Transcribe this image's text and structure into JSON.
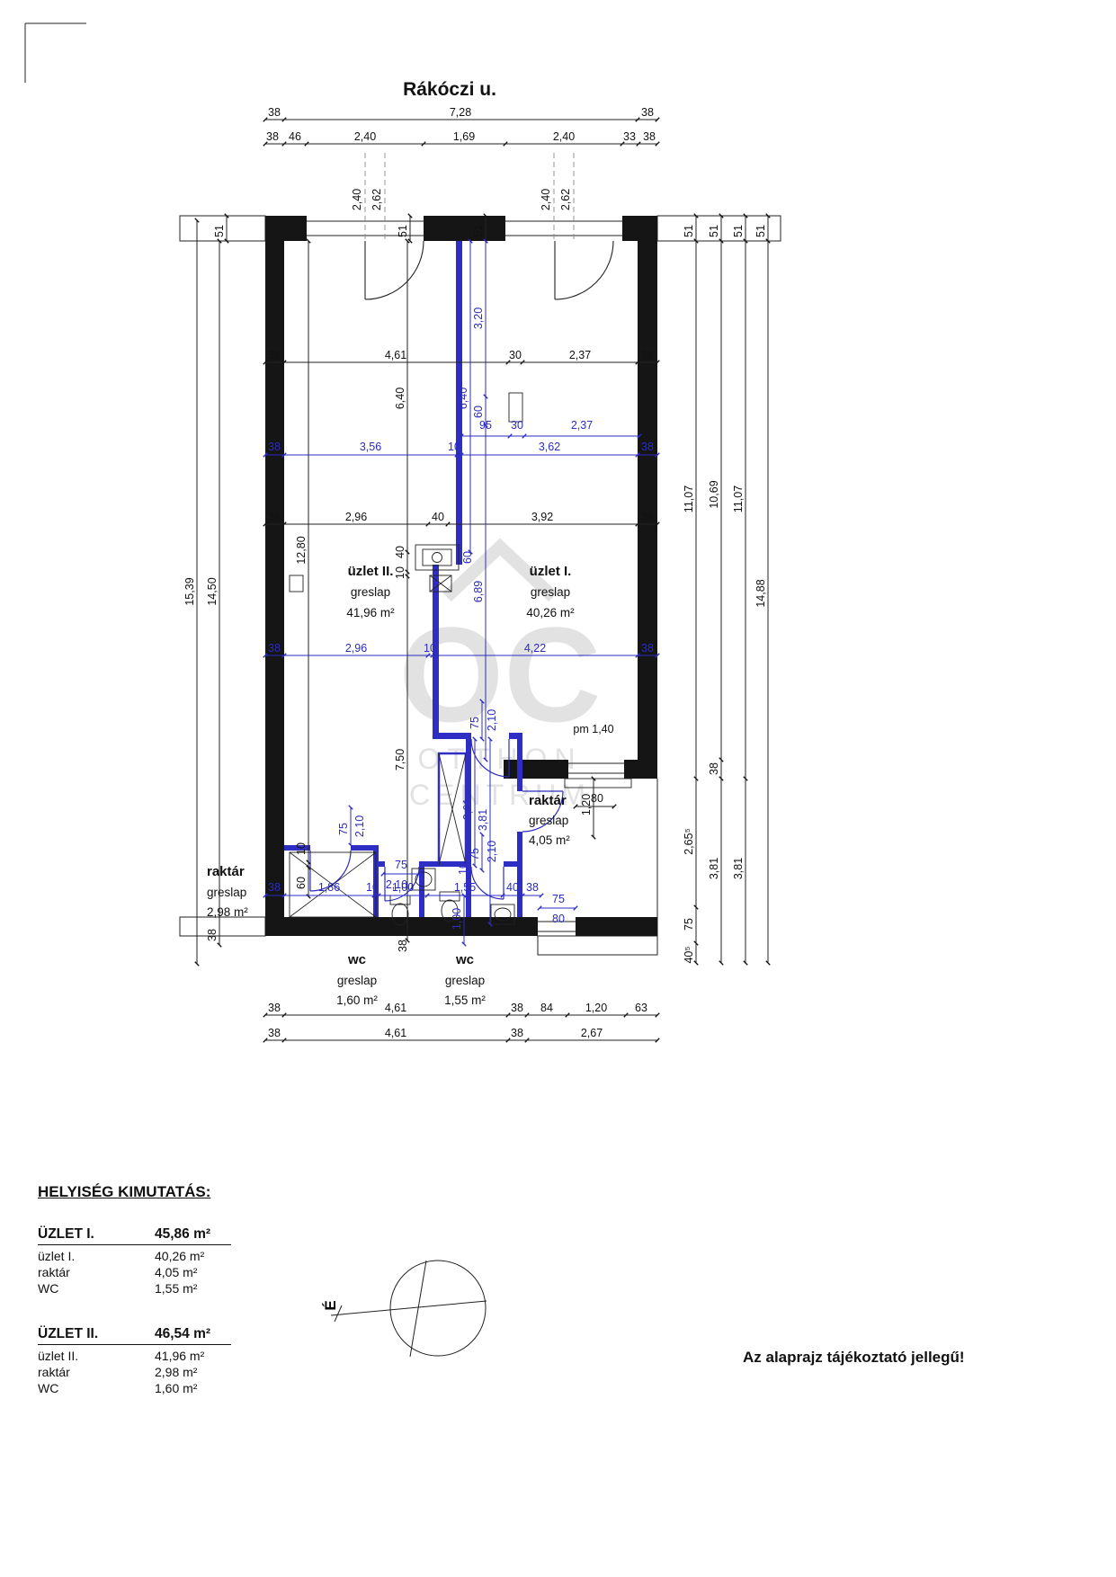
{
  "title": "Rákóczi u.",
  "watermark": {
    "monogram": "OC",
    "line1": "OTTHON",
    "line2": "CENTRUM"
  },
  "rooms": {
    "uzlet2": {
      "name": "üzlet II.",
      "floor": "greslap",
      "area": "41,96 m²"
    },
    "uzlet1": {
      "name": "üzlet I.",
      "floor": "greslap",
      "area": "40,26 m²"
    },
    "raktar1": {
      "name": "raktár",
      "floor": "greslap",
      "area": "4,05 m²"
    },
    "raktar2": {
      "name": "raktár",
      "floor": "greslap",
      "area": "2,98 m²"
    },
    "wc2": {
      "name": "wc",
      "floor": "greslap",
      "area": "1,60 m²"
    },
    "wc1": {
      "name": "wc",
      "floor": "greslap",
      "area": "1,55 m²"
    }
  },
  "dims": {
    "top_total": [
      "38",
      "7,28",
      "38"
    ],
    "top_parts": [
      "38",
      "46",
      "2,40",
      "1,69",
      "2,40",
      "33",
      "38"
    ],
    "door_left": [
      "2,40",
      "2,62"
    ],
    "door_right": [
      "2,40",
      "2,62"
    ],
    "wall51": "51",
    "row_a": [
      "38",
      "4,61",
      "30",
      "2,37",
      "38"
    ],
    "row_b95": [
      "95",
      "30",
      "2,37"
    ],
    "row_b": [
      "38",
      "3,56",
      "10",
      "3,62",
      "38"
    ],
    "row_c": [
      "38",
      "2,96",
      "40",
      "3,92",
      "38"
    ],
    "row_d": [
      "38",
      "2,96",
      "10",
      "4,22",
      "38"
    ],
    "row_e": [
      "38",
      "1,86",
      "10",
      "1,00",
      "1,55",
      "40",
      "38"
    ],
    "bottom1": [
      "38",
      "4,61",
      "38",
      "84",
      "1,20",
      "63"
    ],
    "bottom2": [
      "38",
      "4,61",
      "38",
      "2,67"
    ],
    "v_left": [
      "15,39",
      "14,50"
    ],
    "v_right1": [
      "11,07",
      "2,65⁵",
      "75",
      "40⁵"
    ],
    "v_right2": [
      "10,69",
      "38",
      "3,81"
    ],
    "v_right3": [
      "11,07",
      "3,81"
    ],
    "v_right4": "14,88",
    "v_453": [
      "6,40",
      "40",
      "10",
      "7,50"
    ],
    "v_343": [
      "12,80",
      "10",
      "60"
    ],
    "v_523": "6,40",
    "v_540": [
      "3,20",
      "60",
      "6,89"
    ],
    "v_2_61": "2,61",
    "v_3_81": "3,81",
    "door75": "75",
    "door210": "2,10",
    "d10": "10",
    "d38": "38",
    "d60": "60",
    "d75": "75",
    "d80": "80",
    "d1_00": "1,00",
    "d1_20": "1,20",
    "pm": "pm 1,40"
  },
  "schedule": {
    "title": "HELYISÉG KIMUTATÁS:",
    "sections": [
      {
        "name": "ÜZLET I.",
        "total": "45,86 m²",
        "rows": [
          {
            "label": "üzlet I.",
            "value": "40,26 m²"
          },
          {
            "label": "raktár",
            "value": "4,05 m²"
          },
          {
            "label": "WC",
            "value": "1,55 m²"
          }
        ]
      },
      {
        "name": "ÜZLET II.",
        "total": "46,54 m²",
        "rows": [
          {
            "label": "üzlet II.",
            "value": "41,96 m²"
          },
          {
            "label": "raktár",
            "value": "2,98 m²"
          },
          {
            "label": "WC",
            "value": "1,60 m²"
          }
        ]
      }
    ]
  },
  "compass": {
    "north": "É"
  },
  "footer": "Az alaprajz tájékoztató jellegű!"
}
